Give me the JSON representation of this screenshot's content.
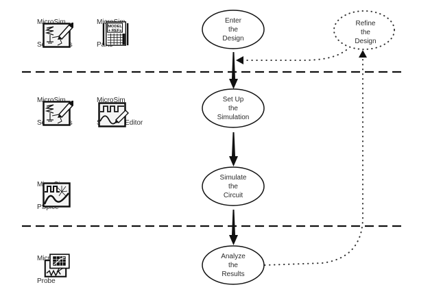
{
  "tools": [
    {
      "id": "schematics-1",
      "line1": "MicroSim",
      "line2": "Schematics",
      "icon": "schematics-pencil-icon"
    },
    {
      "id": "parts",
      "line1": "MicroSim",
      "line2": "Parts",
      "icon": "parts-model-icon",
      "icon_text1": "MODEL",
      "icon_text2": "+ REFs"
    },
    {
      "id": "schematics-2",
      "line1": "MicroSim",
      "line2": "Schematics",
      "icon": "schematics-pencil-icon"
    },
    {
      "id": "stimulus-editor",
      "line1": "MicroSim",
      "line2": "Stimulus Editor",
      "icon": "stimulus-waveform-icon"
    },
    {
      "id": "pspice",
      "line1": "MicroSim",
      "line2": "PSpice",
      "icon": "pspice-waveform-icon"
    },
    {
      "id": "probe",
      "line1": "MicroSim",
      "line2": "Probe",
      "icon": "probe-graph-icon"
    }
  ],
  "steps": [
    {
      "id": "enter",
      "lines": [
        "Enter",
        "the",
        "Design"
      ]
    },
    {
      "id": "setup",
      "lines": [
        "Set Up",
        "the",
        "Simulation"
      ]
    },
    {
      "id": "simulate",
      "lines": [
        "Simulate",
        "the",
        "Circuit"
      ]
    },
    {
      "id": "analyze",
      "lines": [
        "Analyze",
        "the",
        "Results"
      ]
    }
  ],
  "refine": {
    "lines": [
      "Refine",
      "the",
      "Design"
    ]
  },
  "colors": {
    "line": "#111111",
    "text": "#2a2a2a",
    "background": "#ffffff"
  }
}
